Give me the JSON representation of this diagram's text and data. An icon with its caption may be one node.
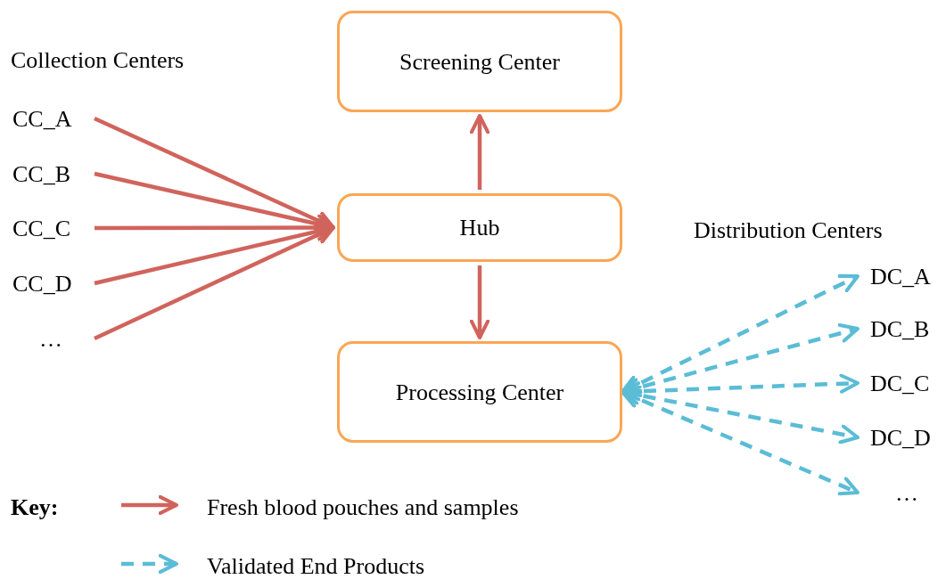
{
  "diagram": {
    "nodes": [
      {
        "text": [
          "Screening Center"
        ]
      },
      {
        "text": [
          "Hub"
        ]
      },
      {
        "text": [
          "Processing Center"
        ]
      },
      {
        "text": [
          "CC_A"
        ]
      },
      {
        "text": [
          "CC_B"
        ]
      },
      {
        "text": [
          "CC_C"
        ]
      },
      {
        "text": [
          "CC_D"
        ]
      },
      {
        "text": [
          "…"
        ]
      },
      {
        "text": [
          "DC_A"
        ]
      },
      {
        "text": [
          "DC_B"
        ]
      },
      {
        "text": [
          "DC_C"
        ]
      },
      {
        "text": [
          "DC_D"
        ]
      },
      {
        "text": [
          "…"
        ]
      }
    ],
    "edges": [
      {
        "from": 3,
        "to": 1,
        "arrow": "to"
      },
      {
        "from": 4,
        "to": 1,
        "arrow": "to"
      },
      {
        "from": 5,
        "to": 1,
        "arrow": "to"
      },
      {
        "from": 6,
        "to": 1,
        "arrow": "to"
      },
      {
        "from": 7,
        "to": 1,
        "arrow": "to"
      },
      {
        "from": 1,
        "to": 0,
        "arrow": "to"
      },
      {
        "from": 1,
        "to": 2,
        "arrow": "to"
      },
      {
        "from": 2,
        "to": 8,
        "arrow": "both",
        "style": "dashed",
        "color": "#5bbcd6"
      },
      {
        "from": 2,
        "to": 9,
        "arrow": "both",
        "style": "dashed",
        "color": "#5bbcd6"
      },
      {
        "from": 2,
        "to": 10,
        "arrow": "both",
        "style": "dashed",
        "color": "#5bbcd6"
      },
      {
        "from": 2,
        "to": 11,
        "arrow": "both",
        "style": "dashed",
        "color": "#5bbcd6"
      },
      {
        "from": 2,
        "to": 12,
        "arrow": "both",
        "style": "dashed",
        "color": "#5bbcd6"
      }
    ],
    "labels": [
      "Collection Centers",
      "Distribution Centers",
      "Key:"
    ],
    "legend": [
      {
        "text": "Fresh blood pouches and samples"
      },
      {
        "text": "Validated End Products"
      }
    ]
  }
}
